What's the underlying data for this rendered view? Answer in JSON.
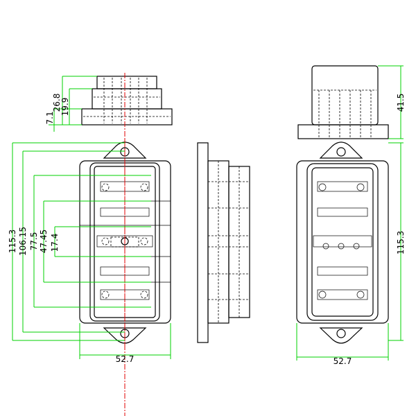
{
  "title": "Fuse block technical drawing",
  "dimensions": {
    "top_view_height_total": "26.8",
    "top_view_height_mid": "19.9",
    "top_view_base": "7.1",
    "right_top_height": "41.5",
    "front_overall_length": "115.3",
    "front_hole_spacing": "106.15",
    "front_outer_slots": "77.5",
    "front_mid_slots": "47.45",
    "front_center_slot": "17.4",
    "front_width": "52.7",
    "right_overall_length": "115.3",
    "right_width": "52.7"
  },
  "colors": {
    "outline": "#000000",
    "dimension": "#00d000",
    "centerline": "#e00000"
  }
}
